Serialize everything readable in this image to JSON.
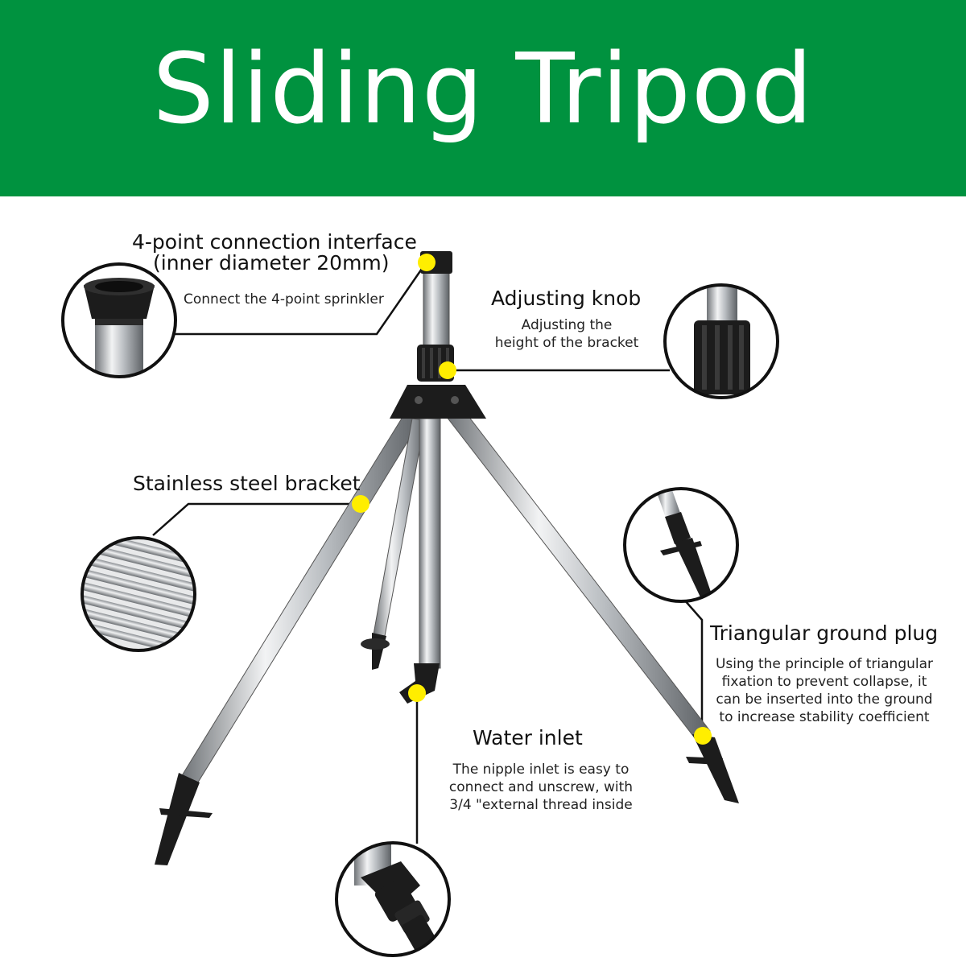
{
  "title": "Sliding Tripod",
  "colors": {
    "header_bg": "#00923f",
    "marker": "#ffee00",
    "steel": "#b8bcc0",
    "plastic": "#1c1c1c"
  },
  "callouts": {
    "connection": {
      "title_line1": "4-point connection interface",
      "title_line2": "(inner diameter 20mm)",
      "desc": "Connect the 4-point sprinkler"
    },
    "knob": {
      "title": "Adjusting knob",
      "desc_line1": "Adjusting the",
      "desc_line2": "height of the bracket"
    },
    "bracket": {
      "title": "Stainless steel bracket"
    },
    "plug": {
      "title": "Triangular ground plug",
      "desc_line1": "Using the principle of triangular",
      "desc_line2": "fixation to prevent collapse, it",
      "desc_line3": "can be inserted into the ground",
      "desc_line4": "to increase stability coefficient"
    },
    "inlet": {
      "title": "Water inlet",
      "desc_line1": "The nipple inlet is easy to",
      "desc_line2": "connect and unscrew, with",
      "desc_line3": "3/4 \"external thread inside"
    }
  }
}
